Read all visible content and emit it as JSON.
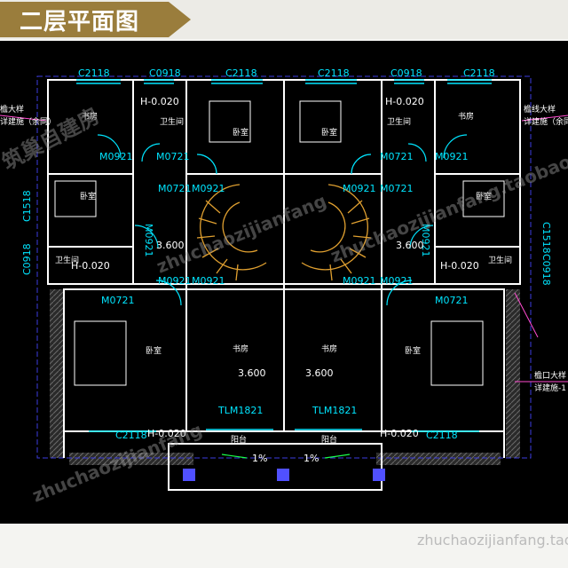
{
  "header": {
    "title": "二层平面图",
    "tab_color": "#9a7d3c"
  },
  "colors": {
    "background": "#000000",
    "walls": "#ffffff",
    "openings": "#00e5ff",
    "dim": "#ffff40",
    "stair": "#e0a030",
    "annot": "#ff4bd0",
    "fill": "#5a5a5a",
    "column": "#3b3be0"
  },
  "windows": {
    "c2118": "C2118",
    "c0918": "C0918",
    "c1518": "C1518"
  },
  "doors": {
    "m0921": "M0921",
    "m0721": "M0721",
    "tlm": "TLM1821"
  },
  "rooms": {
    "study": "书房",
    "bedroom": "卧室",
    "wc": "卫生间",
    "balcony": "阳台"
  },
  "levels": {
    "h": "H-0.020",
    "elev": "3.600",
    "slope": "1%"
  },
  "annotations": {
    "left_1": "檐大样",
    "left_2": "详建施（余同）",
    "right_1": "檐线大样",
    "right_2": "详建施（余同）",
    "right_3": "檐口大样",
    "right_4": "详建施-1"
  },
  "watermarks": {
    "w1": "筑巢自建房",
    "w2": "zhuchaozijianfang",
    "w3": "zhuchaozijianfang.taobao.com"
  }
}
